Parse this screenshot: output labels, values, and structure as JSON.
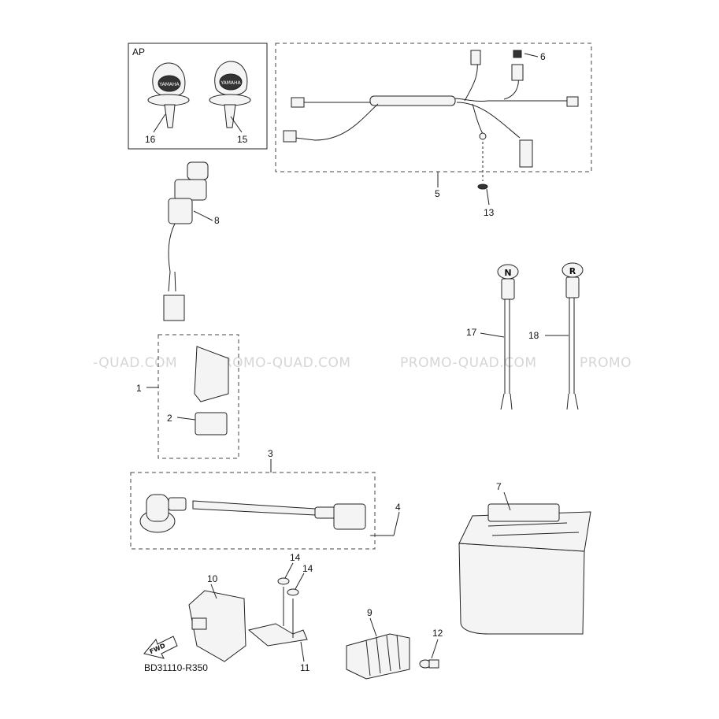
{
  "diagram": {
    "inset_label": "AP",
    "part_code": "BD31110-R350",
    "fwd_label": "FWD",
    "key_logo": "YAMAHA",
    "switch_n": "N",
    "switch_r": "R",
    "watermarks": [
      "-QUAD.COM",
      "PROMO-QUAD.COM",
      "PROMO-QUAD.COM",
      "PROMO"
    ],
    "callouts": [
      "1",
      "2",
      "3",
      "4",
      "5",
      "6",
      "7",
      "8",
      "9",
      "10",
      "11",
      "12",
      "13",
      "14",
      "14",
      "15",
      "16",
      "17",
      "18"
    ]
  }
}
